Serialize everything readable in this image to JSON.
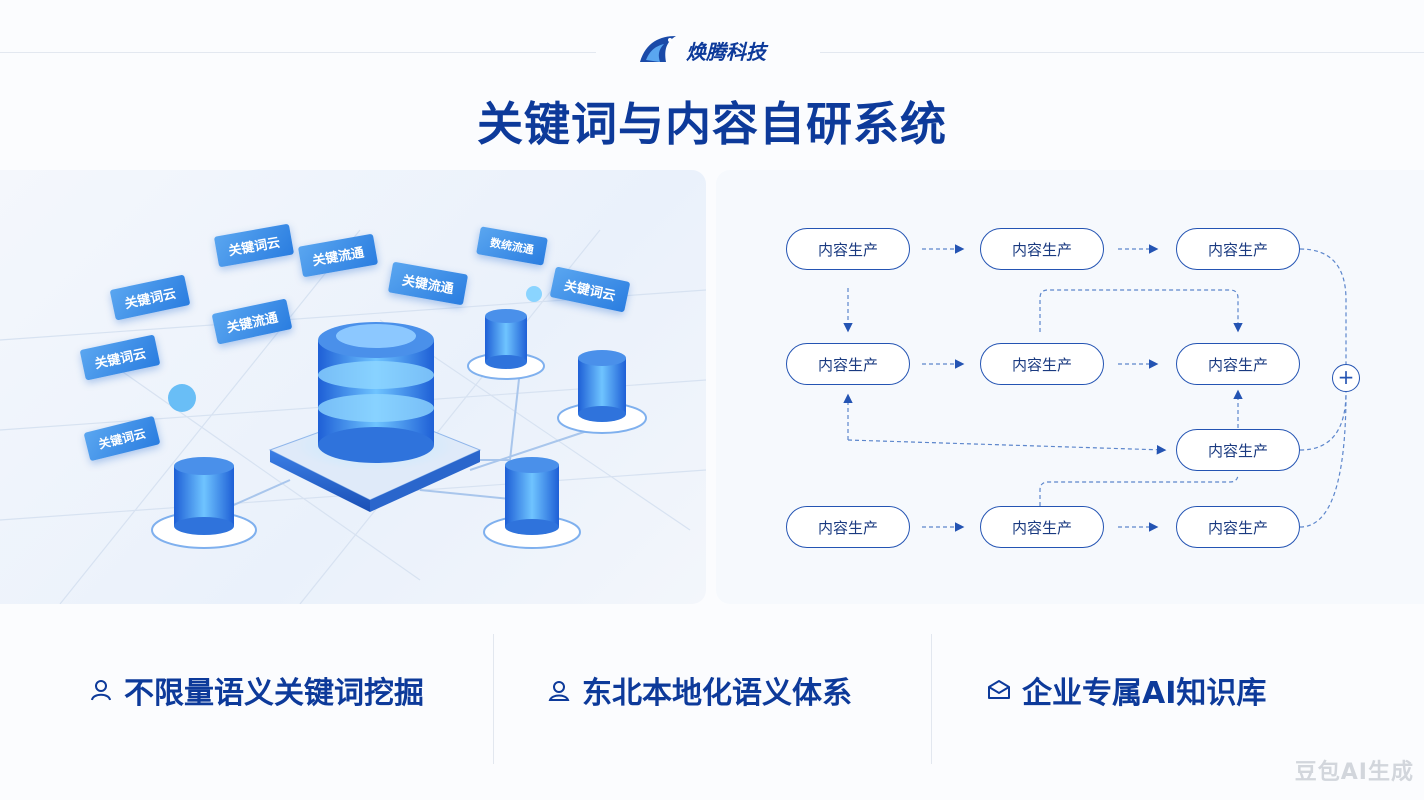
{
  "brand": {
    "name": "焕腾科技"
  },
  "title": "关键词与内容自研系统",
  "illustration": {
    "tags": [
      "关键词云",
      "关键词云",
      "关键流通",
      "关键流通",
      "关键词云",
      "关键词云",
      "关键词云",
      "关键流通",
      "数统流通"
    ]
  },
  "flow": {
    "nodes": [
      "内容生产",
      "内容生产",
      "内容生产",
      "内容生产",
      "内容生产",
      "内容生产",
      "内容生产",
      "内容生产",
      "内容生产",
      "内容生产"
    ],
    "plus": "+"
  },
  "features": [
    {
      "icon": "user-outline-icon",
      "label": "不限量语义关键词挖掘"
    },
    {
      "icon": "person-circle-icon",
      "label": "东北本地化语义体系"
    },
    {
      "icon": "box-icon",
      "label": "企业专属AI知识库"
    }
  ],
  "watermark": "豆包AI生成",
  "colors": {
    "primary": "#0d3a9a",
    "node_border": "#2454b3",
    "cyan": "#3fb8f5"
  }
}
